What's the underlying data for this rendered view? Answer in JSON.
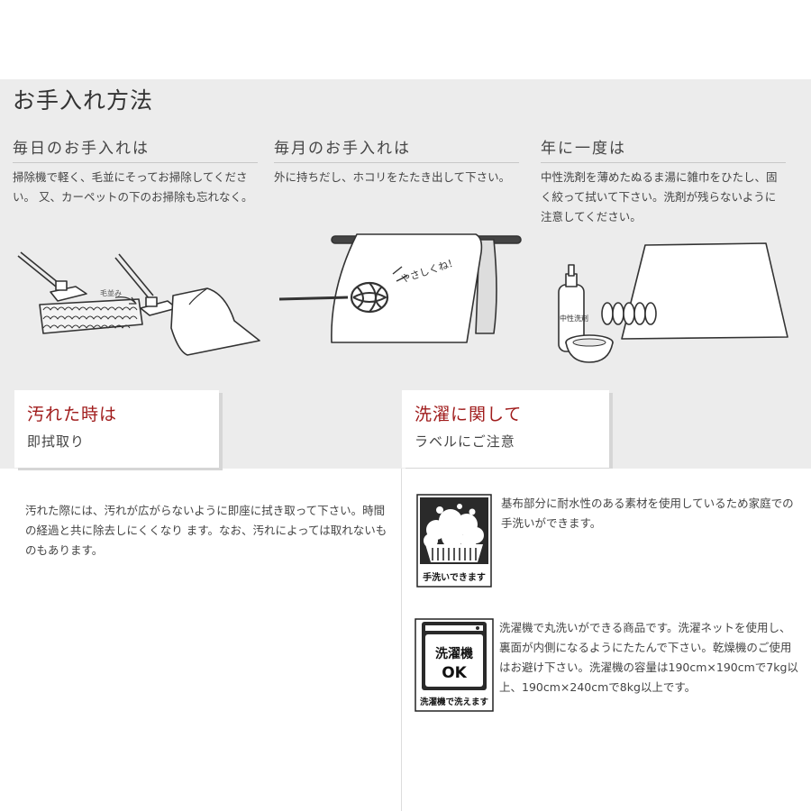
{
  "title": "お手入れ方法",
  "columns": [
    {
      "heading": "毎日のお手入れは",
      "text": "掃除機で軽く、毛並にそってお掃除してください。 又、カーペットの下のお掃除も忘れなく。",
      "illus_label": "毛並み"
    },
    {
      "heading": "毎月のお手入れは",
      "text": "外に持ちだし、ホコリをたたき出して下さい。",
      "illus_label": "やさしくね！"
    },
    {
      "heading": "年に一度は",
      "text": "中性洗剤を薄めたぬるま湯に雑巾をひたし、固く絞って拭いて下さい。洗剤が残らないように注意してください。",
      "illus_label": "中性洗剤"
    }
  ],
  "dirty": {
    "title": "汚れた時は",
    "subtitle": "即拭取り",
    "text": "汚れた際には、汚れが広がらないように即座に拭き取って下さい。時間の経過と共に除去しにくくなり ます。なお、汚れによっては取れないものもあります。"
  },
  "washing": {
    "title": "洗濯に関して",
    "subtitle": "ラベルにご注意",
    "items": [
      {
        "icon": "hand-wash-icon",
        "label": "手洗いできます",
        "text": "基布部分に耐水性のある素材を使用しているため家庭での手洗いができます。"
      },
      {
        "icon": "washing-machine-icon",
        "label_top": "洗濯機",
        "label_ok": "OK",
        "label": "洗濯機で洗えます",
        "text": "洗濯機で丸洗いができる商品です。洗濯ネットを使用し、裏面が内側になるようにたたんで下さい。乾燥機のご使用はお避け下さい。洗濯機の容量は190cm×190cmで7kg以上、190cm×240cmで8kg以上です。"
      }
    ]
  }
}
